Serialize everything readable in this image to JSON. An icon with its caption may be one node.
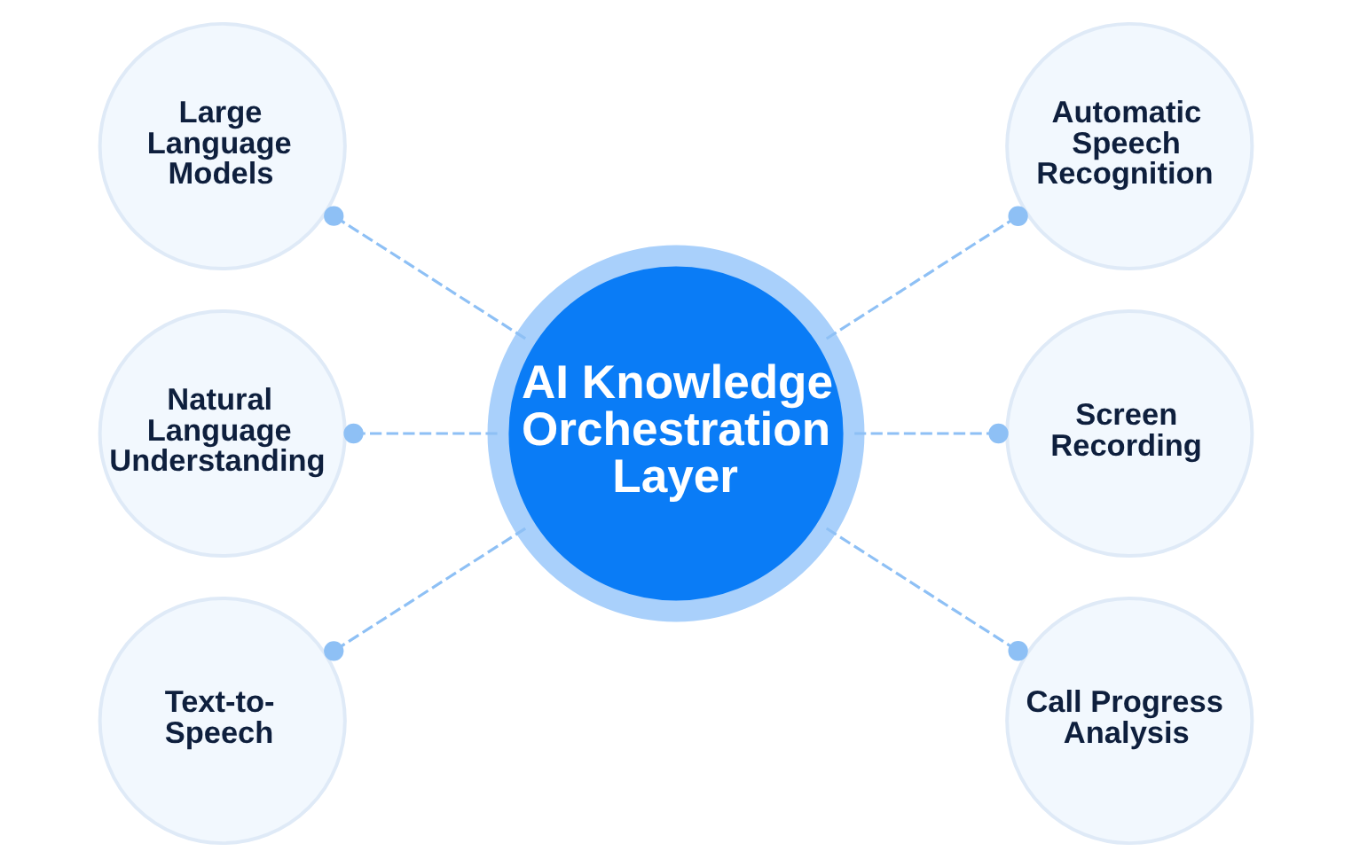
{
  "diagram": {
    "nodes": [
      {
        "text": [
          "Large Language Models"
        ]
      },
      {
        "text": [
          "Automatic Speech Recognition"
        ]
      },
      {
        "text": [
          "Natural Language Understanding"
        ]
      },
      {
        "text": [
          "AI Knowledge Orchestration Layer"
        ]
      },
      {
        "text": [
          "Screen Recording"
        ]
      },
      {
        "text": [
          "Text-to-Speech"
        ]
      },
      {
        "text": [
          "Call Progress Analysis"
        ]
      }
    ],
    "edges": [
      {
        "from": 3,
        "to": 0,
        "arrow": "other",
        "style": "dashed"
      },
      {
        "from": 3,
        "to": 1,
        "arrow": "other",
        "style": "dashed"
      },
      {
        "from": 3,
        "to": 2,
        "arrow": "other",
        "style": "dashed"
      },
      {
        "from": 3,
        "to": 4,
        "arrow": "other",
        "style": "dashed"
      },
      {
        "from": 3,
        "to": 5,
        "arrow": "other",
        "style": "dashed"
      },
      {
        "from": 3,
        "to": 6,
        "arrow": "other",
        "style": "dashed"
      }
    ]
  }
}
